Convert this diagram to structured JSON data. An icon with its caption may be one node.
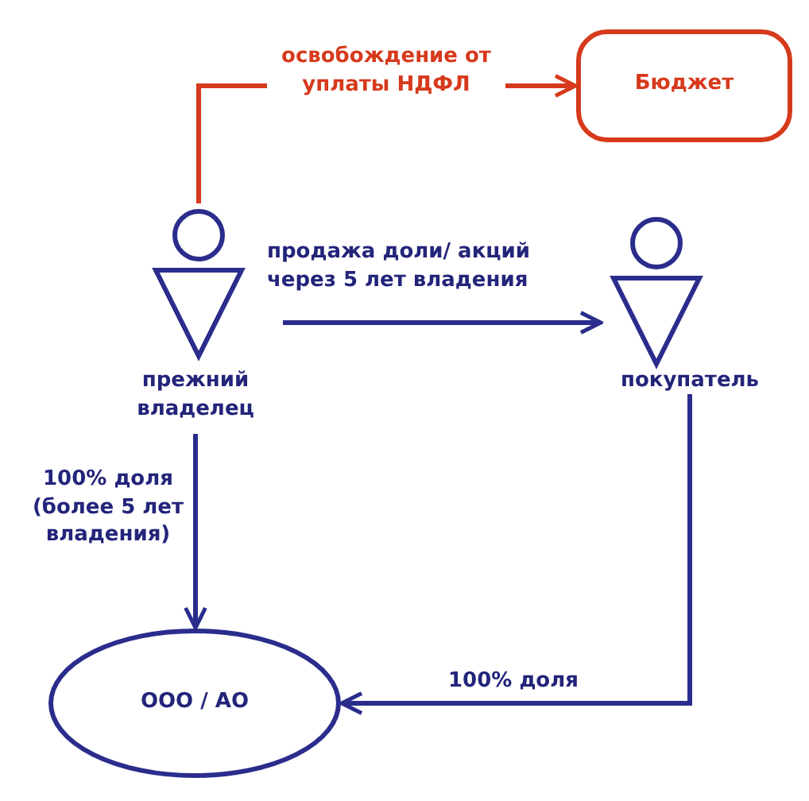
{
  "diagram": {
    "nodes": [
      {
        "text": [
          "Бюджет"
        ]
      },
      {
        "text": [
          "прежний владелец"
        ]
      },
      {
        "text": [
          "покупатель"
        ]
      },
      {
        "text": [
          "ООО / АО"
        ]
      }
    ],
    "edges": [
      {
        "from": 1,
        "to": 0,
        "arrow": "to",
        "label": "освобождение от уплаты НДФЛ",
        "color": "#d63a1c"
      },
      {
        "from": 1,
        "to": 2,
        "arrow": "to",
        "label": "продажа доли/ акций через 5 лет владения"
      },
      {
        "from": 1,
        "to": 3,
        "arrow": "to",
        "label": "100% доля (более 5 лет владения)"
      },
      {
        "from": 2,
        "to": 3,
        "arrow": "to",
        "label": "100% доля"
      }
    ]
  }
}
